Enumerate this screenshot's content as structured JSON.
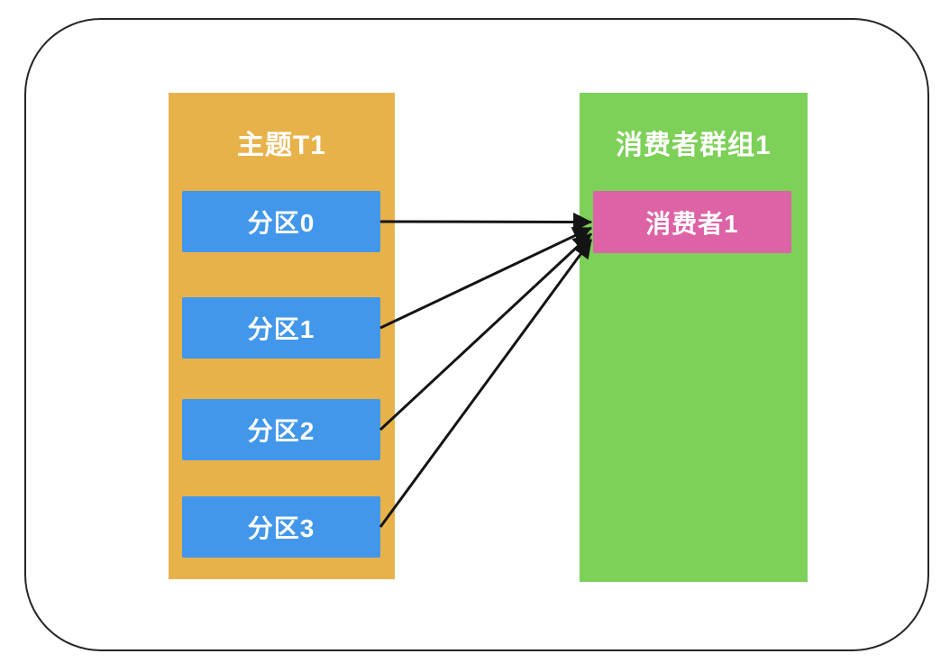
{
  "diagram_type": "kafka-topic-consumer-group-mapping",
  "topic": {
    "title": "主题T1",
    "partitions": [
      {
        "label": "分区0"
      },
      {
        "label": "分区1"
      },
      {
        "label": "分区2"
      },
      {
        "label": "分区3"
      }
    ]
  },
  "consumer_group": {
    "title": "消费者群组1",
    "consumers": [
      {
        "label": "消费者1"
      }
    ]
  },
  "arrows": [
    {
      "from": "分区0",
      "to": "消费者1"
    },
    {
      "from": "分区1",
      "to": "消费者1"
    },
    {
      "from": "分区2",
      "to": "消费者1"
    },
    {
      "from": "分区3",
      "to": "消费者1"
    }
  ],
  "colors": {
    "topic-bg": "#E8B24A",
    "partition-bg": "#4297EA",
    "group-bg": "#7DD058",
    "consumer-bg": "#DD62A6",
    "arrow": "#141414",
    "frame-border": "#262626"
  }
}
